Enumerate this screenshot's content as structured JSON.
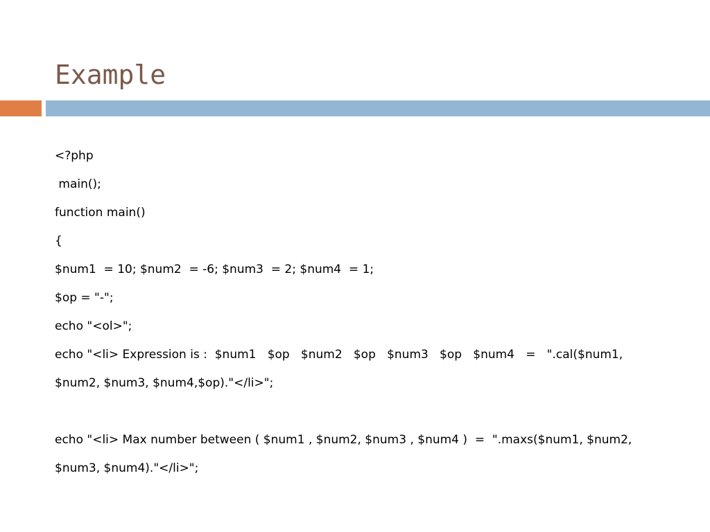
{
  "slide": {
    "title": "Example",
    "colors": {
      "title": "#7a5a4a",
      "accent_bar": "#e07f45",
      "main_bar": "#93b6d4"
    },
    "code_lines": [
      "<?php",
      " main();",
      "function main()",
      "{",
      "$num1  = 10; $num2  = -6; $num3  = 2; $num4  = 1;",
      "$op = \"-\";",
      "echo \"<ol>\";",
      "echo \"<li> Expression is :  $num1   $op   $num2   $op   $num3   $op   $num4   =   \".cal($num1,",
      "$num2, $num3, $num4,$op).\"</li>\";",
      "",
      "echo \"<li> Max number between ( $num1 , $num2, $num3 , $num4 )  =  \".maxs($num1, $num2,",
      "$num3, $num4).\"</li>\";"
    ]
  }
}
